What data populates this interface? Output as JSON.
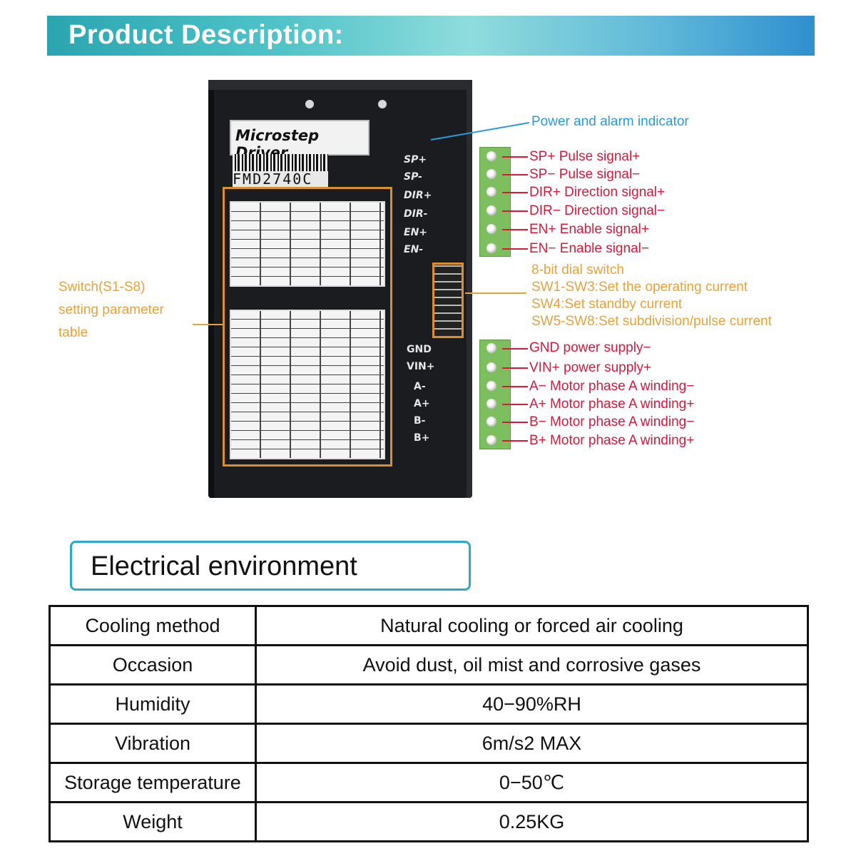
{
  "banner": {
    "title": "Product Description:"
  },
  "device": {
    "label": "Microstep Driver",
    "model": "FMD2740C",
    "symbols": [
      "SP+",
      "SP-",
      "DIR+",
      "DIR-",
      "EN+",
      "EN-",
      "GND",
      "VIN+",
      "A-",
      "A+",
      "B-",
      "B+"
    ]
  },
  "annotations": {
    "power_indicator": "Power and alarm indicator",
    "signals": [
      "SP+  Pulse signal+",
      "SP−  Pulse signal−",
      "DIR+  Direction signal+",
      "DIR−  Direction signal−",
      "EN+  Enable signal+",
      "EN−  Enable signal−"
    ],
    "dial": [
      "8-bit dial switch",
      "SW1-SW3:Set the operating current",
      "SW4:Set standby current",
      "SW5-SW8:Set subdivision/pulse current"
    ],
    "power": [
      "GND power supply−",
      "VIN+ power supply+",
      "A− Motor phase A winding−",
      "A+ Motor phase A winding+",
      "B− Motor phase A winding−",
      "B+ Motor phase A winding+"
    ],
    "switch_table": [
      "Switch(S1-S8)",
      "setting parameter",
      "table"
    ]
  },
  "env": {
    "title": "Electrical environment",
    "rows": [
      {
        "key": "Cooling method",
        "value": "Natural cooling or forced air cooling"
      },
      {
        "key": "Occasion",
        "value": "Avoid dust, oil mist and corrosive gases"
      },
      {
        "key": "Humidity",
        "value": "40−90%RH"
      },
      {
        "key": "Vibration",
        "value": "6m/s2 MAX"
      },
      {
        "key": "Storage temperature",
        "value": "0−50℃"
      },
      {
        "key": "Weight",
        "value": "0.25KG"
      }
    ]
  },
  "colors": {
    "signal": "#d8193a",
    "dial": "#e8a23a",
    "indicator": "#2a9ad8",
    "banner": "#2aa5b0"
  }
}
